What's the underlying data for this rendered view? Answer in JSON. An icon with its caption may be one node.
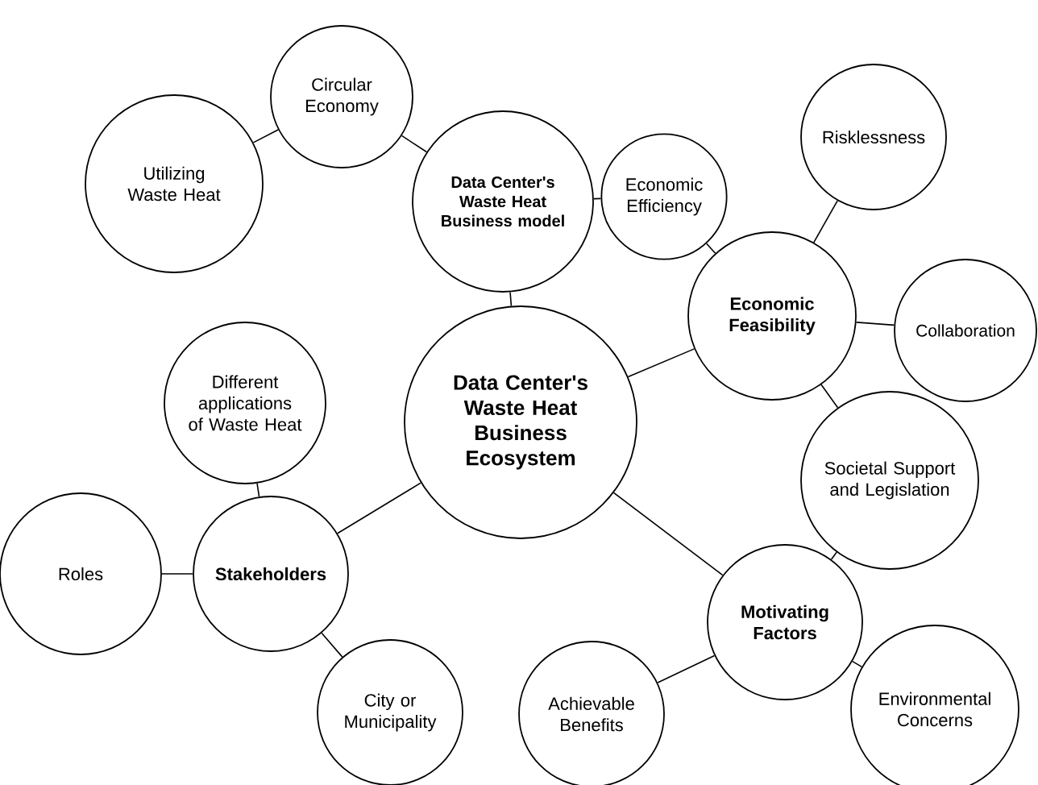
{
  "diagram": {
    "nodes": [
      {
        "text": [
          "Data Center's Waste Heat Business Ecosystem"
        ]
      },
      {
        "text": [
          "Data Center's Waste Heat Business model"
        ]
      },
      {
        "text": [
          "Circular Economy"
        ]
      },
      {
        "text": [
          "Utilizing Waste Heat"
        ]
      },
      {
        "text": [
          "Economic Efficiency"
        ]
      },
      {
        "text": [
          "Economic Feasibility"
        ]
      },
      {
        "text": [
          "Risklessness"
        ]
      },
      {
        "text": [
          "Collaboration"
        ]
      },
      {
        "text": [
          "Societal Support and Legislation"
        ]
      },
      {
        "text": [
          "Motivating Factors"
        ]
      },
      {
        "text": [
          "Achievable Benefits"
        ]
      },
      {
        "text": [
          "Environmental Concerns"
        ]
      },
      {
        "text": [
          "Different applications of Waste Heat"
        ]
      },
      {
        "text": [
          "Stakeholders"
        ]
      },
      {
        "text": [
          "Roles"
        ]
      },
      {
        "text": [
          "City or Municipality"
        ]
      }
    ],
    "edges": [
      {
        "from": 0,
        "to": 1,
        "arrow": "none"
      },
      {
        "from": 1,
        "to": 2,
        "arrow": "none"
      },
      {
        "from": 2,
        "to": 3,
        "arrow": "none"
      },
      {
        "from": 1,
        "to": 4,
        "arrow": "none"
      },
      {
        "from": 4,
        "to": 5,
        "arrow": "none"
      },
      {
        "from": 0,
        "to": 5,
        "arrow": "none"
      },
      {
        "from": 5,
        "to": 6,
        "arrow": "none"
      },
      {
        "from": 5,
        "to": 7,
        "arrow": "none"
      },
      {
        "from": 5,
        "to": 8,
        "arrow": "none"
      },
      {
        "from": 8,
        "to": 9,
        "arrow": "none"
      },
      {
        "from": 0,
        "to": 9,
        "arrow": "none"
      },
      {
        "from": 9,
        "to": 10,
        "arrow": "none"
      },
      {
        "from": 9,
        "to": 11,
        "arrow": "none"
      },
      {
        "from": 0,
        "to": 13,
        "arrow": "none"
      },
      {
        "from": 12,
        "to": 13,
        "arrow": "none"
      },
      {
        "from": 13,
        "to": 14,
        "arrow": "none"
      },
      {
        "from": 13,
        "to": 15,
        "arrow": "none"
      }
    ]
  }
}
